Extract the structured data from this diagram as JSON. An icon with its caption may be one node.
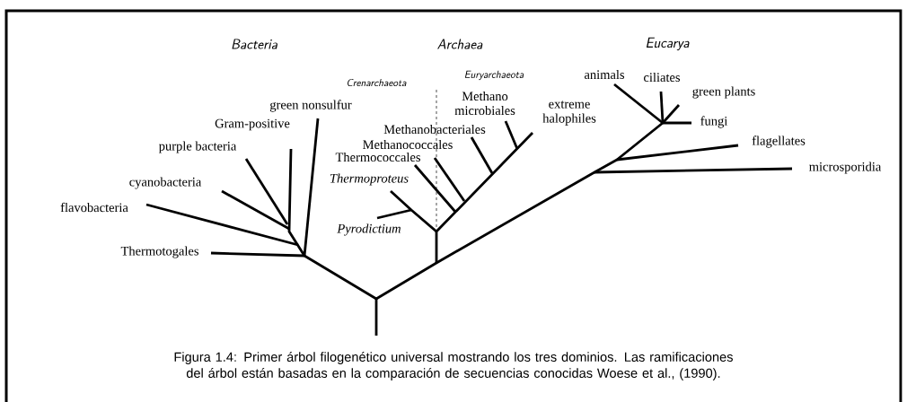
{
  "diagram": {
    "caption": "Figura 1.4: Primer árbol filogenético universal mostrando los tres dominios. Las ramificaciones del árbol están basadas en la comparación de secuencias conocidas Woese et al., (1990).",
    "labels": [
      "Bacteria",
      "Archaea",
      "Eucarya",
      "Crenarchaeota",
      "Euryarchaeota",
      "green nonsulfur",
      "Gram-positive",
      "purple bacteria",
      "cyanobacteria",
      "flavobacteria",
      "Thermotogales",
      "Methano microbiales",
      "extreme halophiles",
      "Methanobacteriales",
      "Methanococcales",
      "Thermococcales",
      "Thermoproteus",
      "Pyrodictium",
      "animals",
      "ciliates",
      "green plants",
      "fungi",
      "flagellates",
      "microsporidia"
    ]
  }
}
